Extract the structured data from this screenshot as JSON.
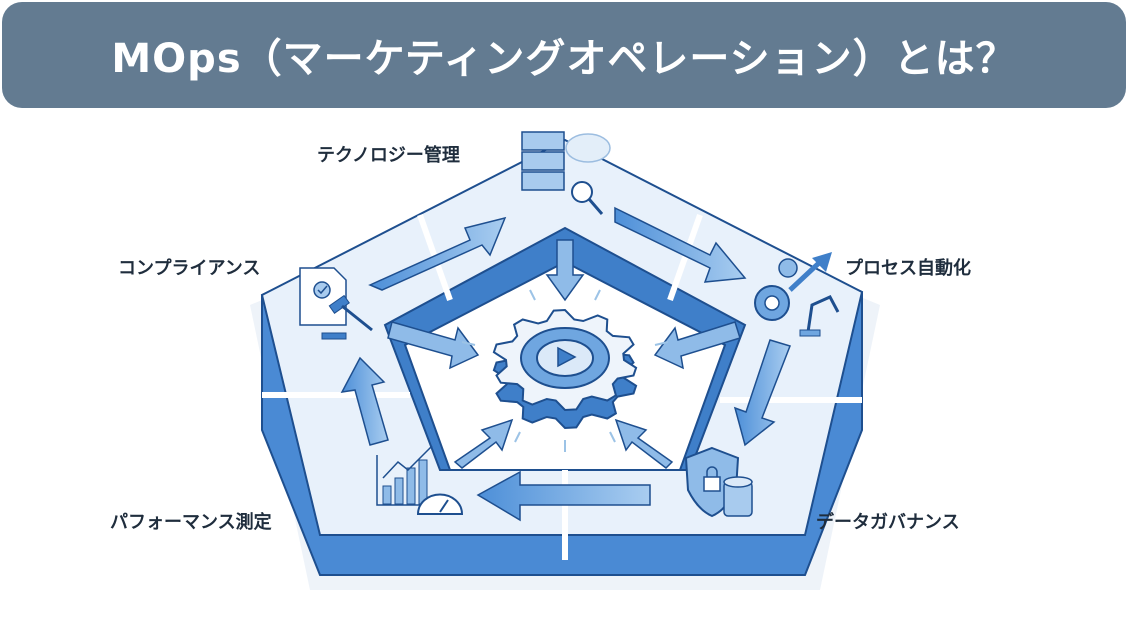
{
  "header": {
    "title": "MOps（マーケティングオペレーション）とは？"
  },
  "diagram": {
    "center": "gear-play-icon",
    "segments": [
      {
        "label": "テクノロジー管理",
        "icon": "server-search-icon"
      },
      {
        "label": "プロセス自動化",
        "icon": "gears-robot-arm-icon"
      },
      {
        "label": "データガバナンス",
        "icon": "shield-lock-database-icon"
      },
      {
        "label": "パフォーマンス測定",
        "icon": "chart-gauge-icon"
      },
      {
        "label": "コンプライアンス",
        "icon": "document-gavel-icon"
      }
    ]
  },
  "colors": {
    "header": "#637b91",
    "accent": "#3f82d1",
    "outline": "#1e4f8f",
    "surface": "#e8f1fb",
    "text": "#1f2d3d"
  }
}
